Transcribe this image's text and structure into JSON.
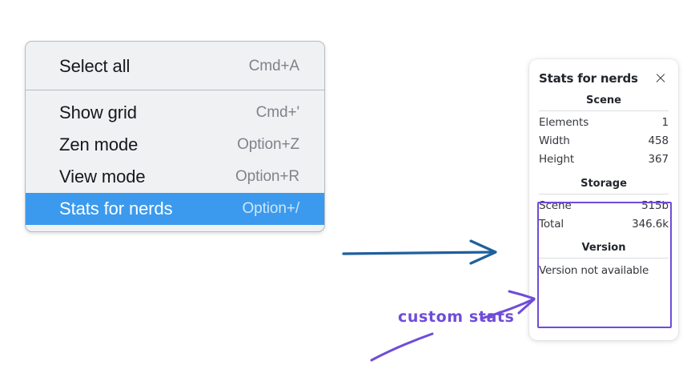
{
  "context_menu": {
    "name": "canvas-context-menu",
    "sections": [
      {
        "items": [
          {
            "label": "Select all",
            "shortcut": "Cmd+A",
            "selected": false,
            "name": "select-all"
          }
        ]
      },
      {
        "items": [
          {
            "label": "Show grid",
            "shortcut": "Cmd+'",
            "selected": false,
            "name": "show-grid"
          },
          {
            "label": "Zen mode",
            "shortcut": "Option+Z",
            "selected": false,
            "name": "zen-mode"
          },
          {
            "label": "View mode",
            "shortcut": "Option+R",
            "selected": false,
            "name": "view-mode"
          },
          {
            "label": "Stats for nerds",
            "shortcut": "Option+/",
            "selected": true,
            "name": "stats-for-nerds"
          }
        ]
      }
    ]
  },
  "stats_panel": {
    "title": "Stats for nerds",
    "close_icon": "close-icon",
    "sections": [
      {
        "heading": "Scene",
        "rows": [
          {
            "key": "Elements",
            "value": "1"
          },
          {
            "key": "Width",
            "value": "458"
          },
          {
            "key": "Height",
            "value": "367"
          }
        ]
      },
      {
        "heading": "Storage",
        "rows": [
          {
            "key": "Scene",
            "value": "515b"
          },
          {
            "key": "Total",
            "value": "346.6k"
          }
        ]
      },
      {
        "heading": "Version",
        "note": "Version not available"
      }
    ]
  },
  "annotations": {
    "handwritten_label": "custom stats",
    "blue_arrow_name": "blue-pointer-arrow",
    "purple_arrow_name": "purple-pointer-arrow",
    "purple_box_name": "custom-stats-highlight-box"
  },
  "colors": {
    "menu_background": "#f0f1f3",
    "menu_border": "#b6bcc4",
    "selection_blue": "#3b9aed",
    "annotation_purple": "#6f4cd8",
    "arrow_blue": "#1f5f9e",
    "panel_background": "#ffffff"
  }
}
